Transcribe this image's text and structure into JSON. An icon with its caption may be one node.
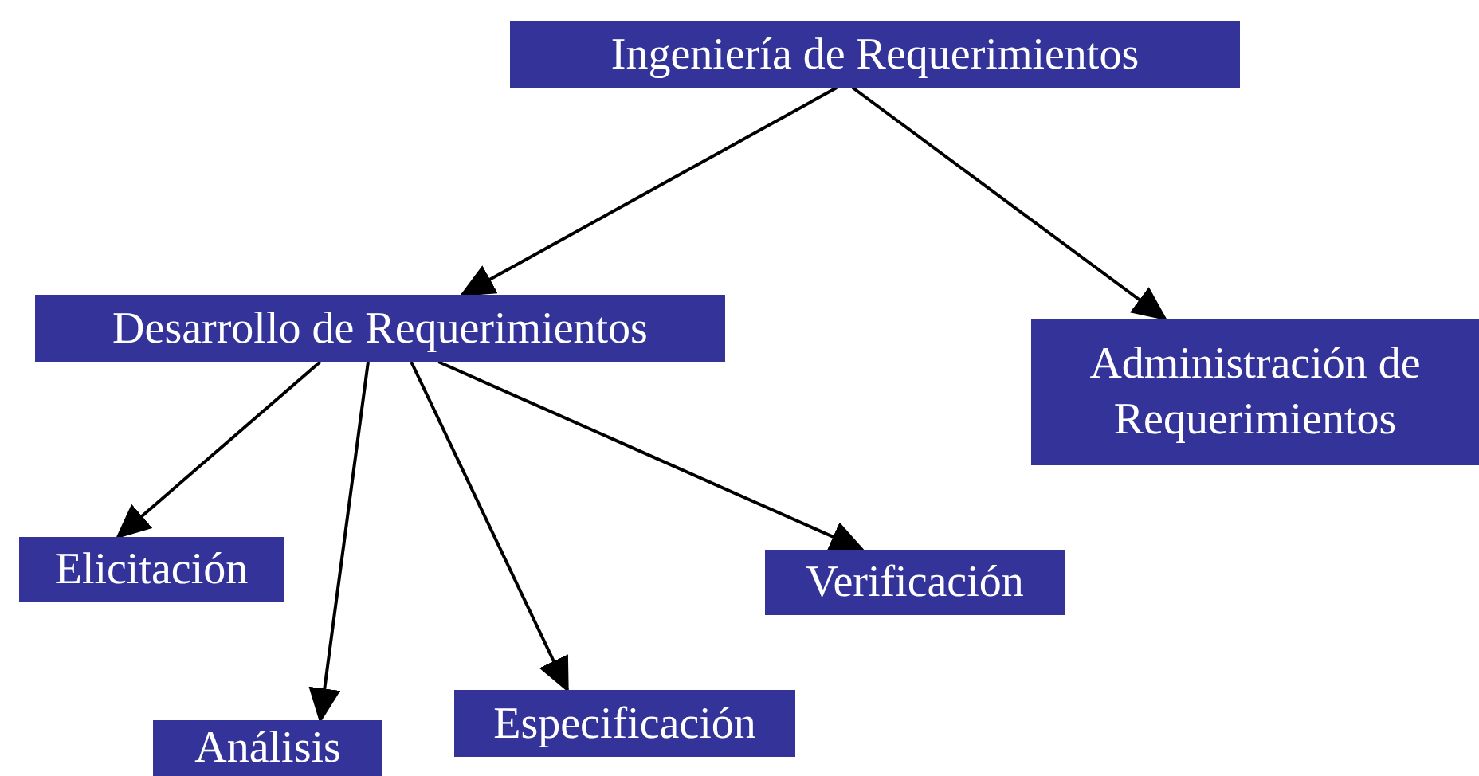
{
  "diagram": {
    "nodes": [
      {
        "text": [
          "Ingeniería de Requerimientos"
        ]
      },
      {
        "text": [
          "Desarrollo de Requerimientos"
        ]
      },
      {
        "text": [
          "Administración de Requerimientos"
        ]
      },
      {
        "text": [
          "Elicitación"
        ]
      },
      {
        "text": [
          "Análisis"
        ]
      },
      {
        "text": [
          "Especificación"
        ]
      },
      {
        "text": [
          "Verificación"
        ]
      }
    ],
    "edges": [
      {
        "from": 0,
        "to": 1,
        "arrow": "to"
      },
      {
        "from": 0,
        "to": 2,
        "arrow": "to"
      },
      {
        "from": 1,
        "to": 3,
        "arrow": "to"
      },
      {
        "from": 1,
        "to": 4,
        "arrow": "to"
      },
      {
        "from": 1,
        "to": 5,
        "arrow": "to"
      },
      {
        "from": 1,
        "to": 6,
        "arrow": "to"
      }
    ]
  }
}
